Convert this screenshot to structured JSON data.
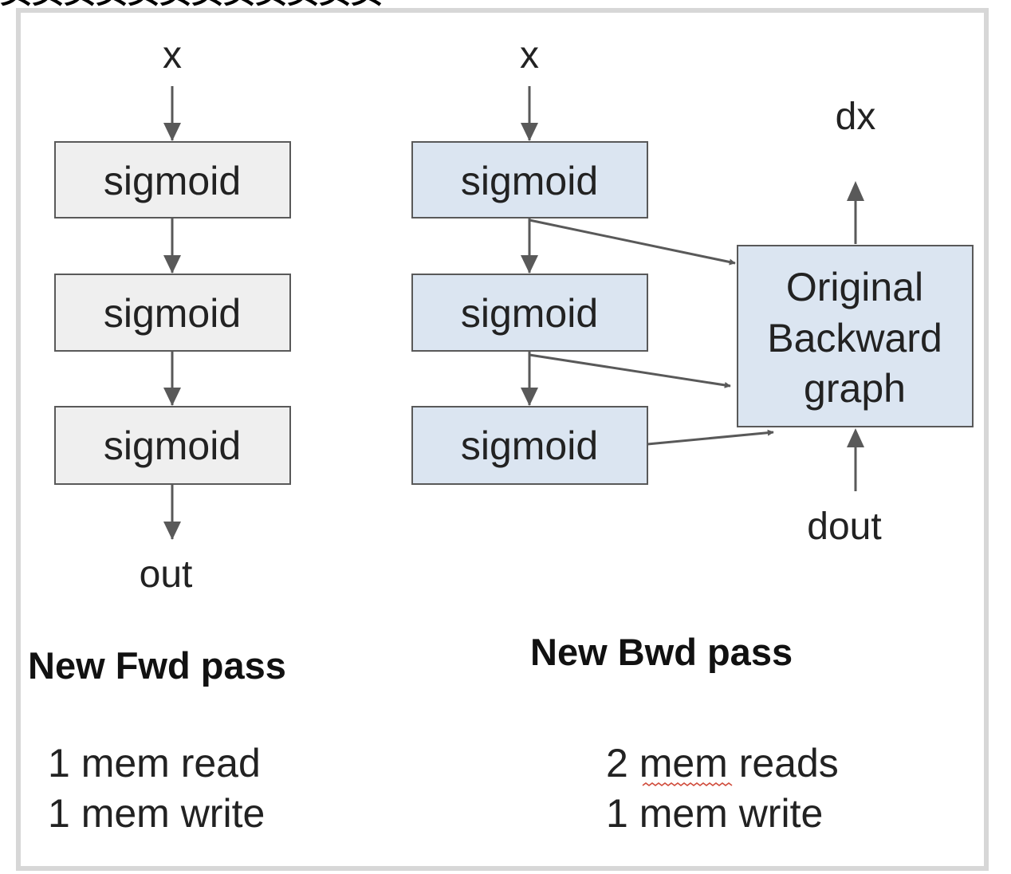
{
  "header": {
    "cropped_text": "页页页页页页页页页页页页"
  },
  "forward": {
    "input_label": "x",
    "output_label": "out",
    "nodes": [
      "sigmoid",
      "sigmoid",
      "sigmoid"
    ],
    "title": "New Fwd pass",
    "stats": [
      "1 mem read",
      "1 mem write"
    ]
  },
  "backward": {
    "input_label": "x",
    "nodes": [
      "sigmoid",
      "sigmoid",
      "sigmoid"
    ],
    "graph_label_lines": [
      "Original",
      "Backward",
      "graph"
    ],
    "grad_output_label": "dx",
    "grad_input_label": "dout",
    "title": "New Bwd pass",
    "stats": [
      "2 mem reads",
      "1 mem write"
    ]
  },
  "colors": {
    "forward_box_fill": "#efefef",
    "backward_box_fill": "#dbe5f1",
    "edge_color": "#595959",
    "frame_border": "#d7d7d7",
    "spellcheck_underline": "#d04a3a"
  }
}
